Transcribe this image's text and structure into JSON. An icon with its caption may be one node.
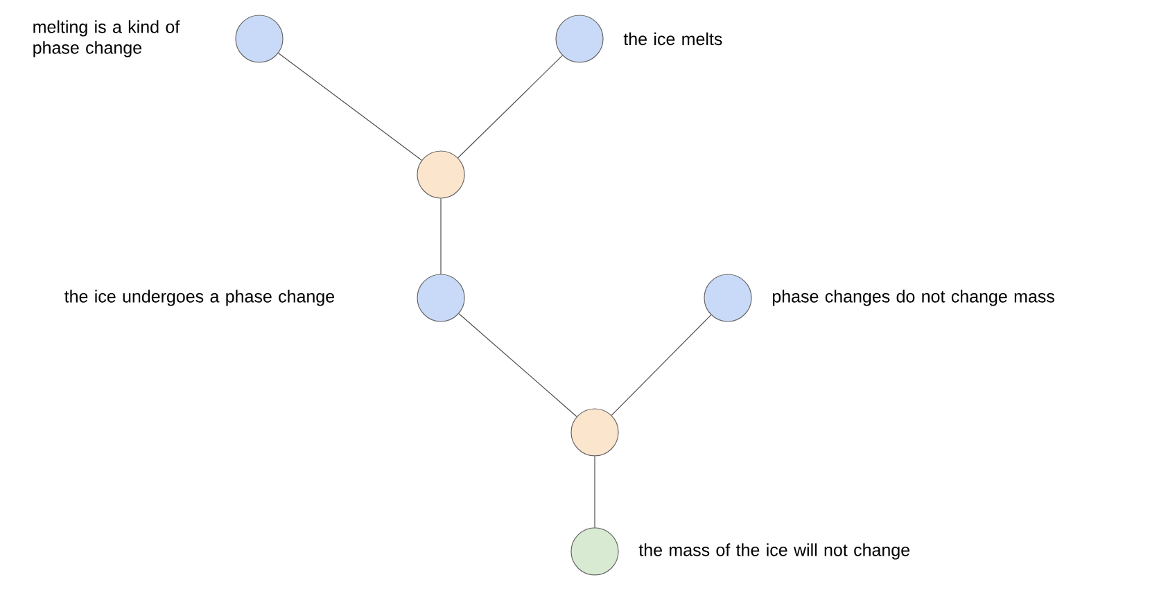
{
  "diagram": {
    "nodes": [
      {
        "text": [
          "melting is a kind of phase change"
        ]
      },
      {
        "text": [
          "the ice melts"
        ]
      },
      {
        "text": [],
        "shape": "circle"
      },
      {
        "text": [
          "the ice undergoes a phase change"
        ]
      },
      {
        "text": [
          "phase changes do not change mass"
        ]
      },
      {
        "text": [],
        "shape": "circle"
      },
      {
        "text": [
          "the mass of the ice will not change"
        ]
      }
    ],
    "edges": [
      {
        "from": 0,
        "to": 2,
        "arrow": "none"
      },
      {
        "from": 1,
        "to": 2,
        "arrow": "none"
      },
      {
        "from": 2,
        "to": 3,
        "arrow": "none"
      },
      {
        "from": 3,
        "to": 5,
        "arrow": "none"
      },
      {
        "from": 4,
        "to": 5,
        "arrow": "none"
      },
      {
        "from": 5,
        "to": 6,
        "arrow": "none"
      }
    ]
  }
}
